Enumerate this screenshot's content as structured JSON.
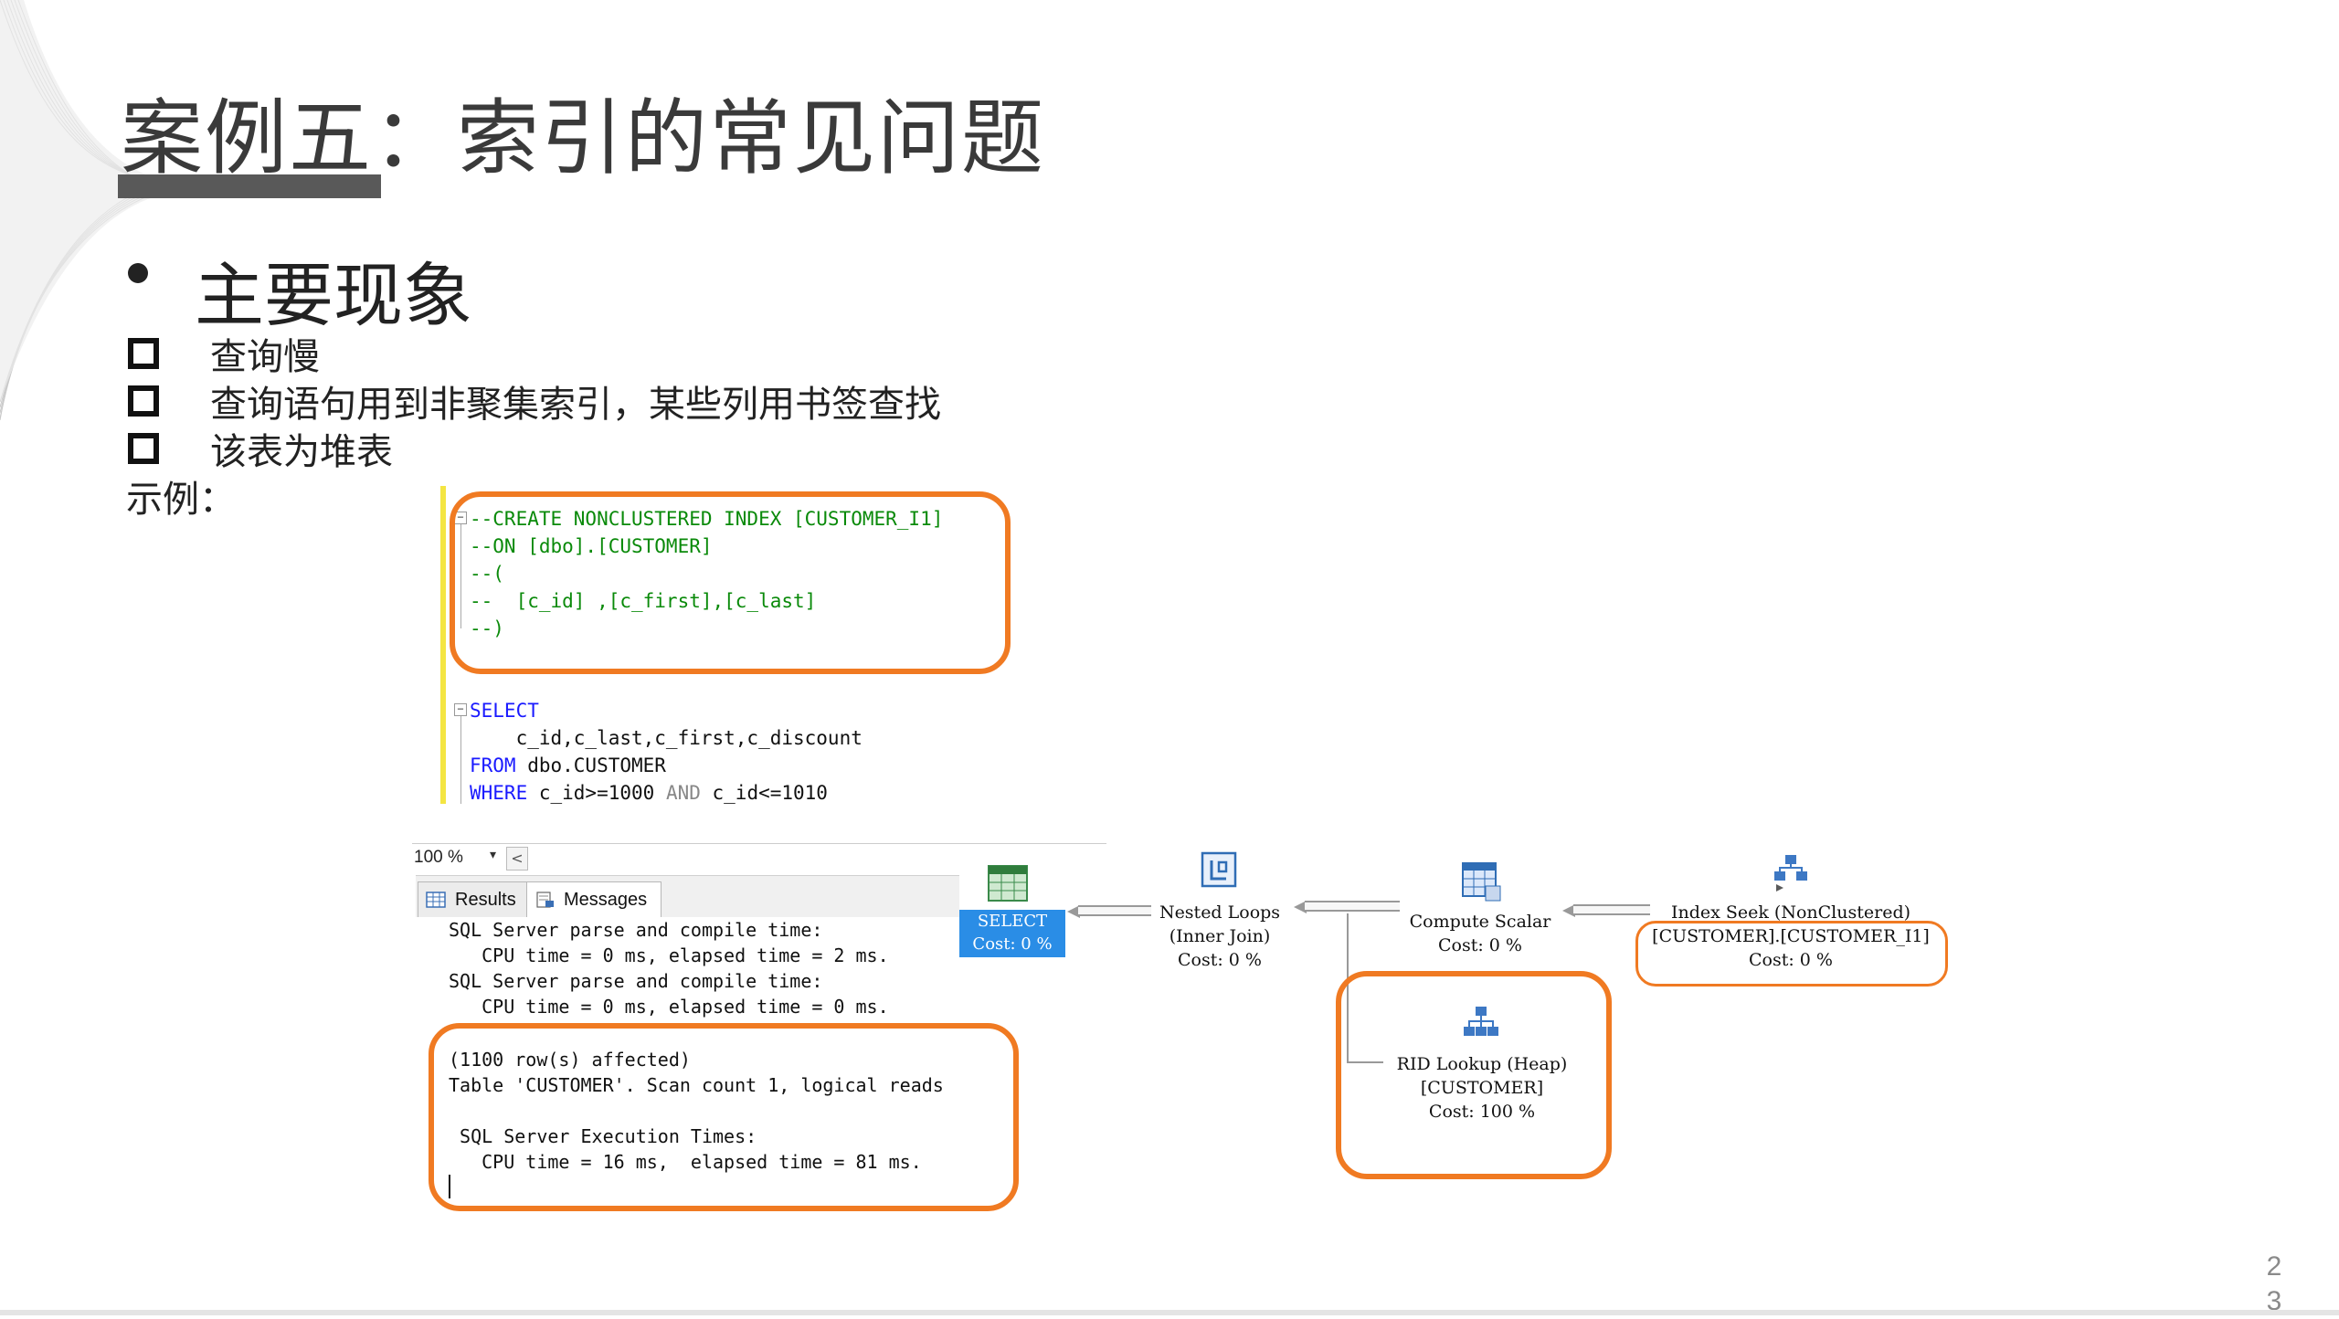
{
  "slide": {
    "title": "案例五：索引的常见问题",
    "bullet": "主要现象",
    "items": [
      "查询慢",
      "查询语句用到非聚集索引，某些列用书签查找",
      "该表为堆表"
    ],
    "example_label": "示例：",
    "page_number_top": "2",
    "page_number_bottom": "3"
  },
  "editor": {
    "comment_block": [
      "--CREATE NONCLUSTERED INDEX [CUSTOMER_I1]",
      "--ON [dbo].[CUSTOMER]",
      "--(",
      "--  [c_id] ,[c_first],[c_last]",
      "--)"
    ],
    "query": {
      "select_kw": "SELECT",
      "columns": "    c_id,c_last,c_first,c_discount",
      "from_kw": "FROM",
      "from_table": " dbo.CUSTOMER",
      "where_kw": "WHERE",
      "where_a": " c_id>=1000 ",
      "and_kw": "AND",
      "where_b": " c_id<=1010"
    },
    "fold_minus": "−",
    "zoom": "100 %",
    "zoom_caret": "▾",
    "scroll_left": "<"
  },
  "results": {
    "tabs": [
      "Results",
      "Messages"
    ],
    "active_tab": "Messages",
    "lines": [
      "SQL Server parse and compile time:",
      "   CPU time = 0 ms, elapsed time = 2 ms.",
      "SQL Server parse and compile time:",
      "   CPU time = 0 ms, elapsed time = 0 ms.",
      "(1100 row(s) affected)",
      "Table 'CUSTOMER'. Scan count 1, logical reads",
      " SQL Server Execution Times:",
      "   CPU time = 16 ms,  elapsed time = 81 ms."
    ]
  },
  "plan": {
    "select": {
      "label": "SELECT",
      "cost": "Cost: 0 %"
    },
    "nested_loops": {
      "label": "Nested Loops",
      "sub": "(Inner Join)",
      "cost": "Cost: 0 %"
    },
    "compute_scalar": {
      "label": "Compute Scalar",
      "cost": "Cost: 0 %"
    },
    "index_seek": {
      "label": "Index Seek (NonClustered)",
      "object": "[CUSTOMER].[CUSTOMER_I1]",
      "cost": "Cost: 0 %"
    },
    "rid_lookup": {
      "label": "RID Lookup (Heap)",
      "object": "[CUSTOMER]",
      "cost": "Cost: 100 %"
    }
  },
  "colors": {
    "highlight": "#f07a22",
    "comment": "#0a8a0a",
    "keyword": "#1a1aff",
    "select_badge": "#2a8de6",
    "title": "#3a3a3a",
    "title_bar": "#595959",
    "editor_margin": "#f4e542"
  }
}
